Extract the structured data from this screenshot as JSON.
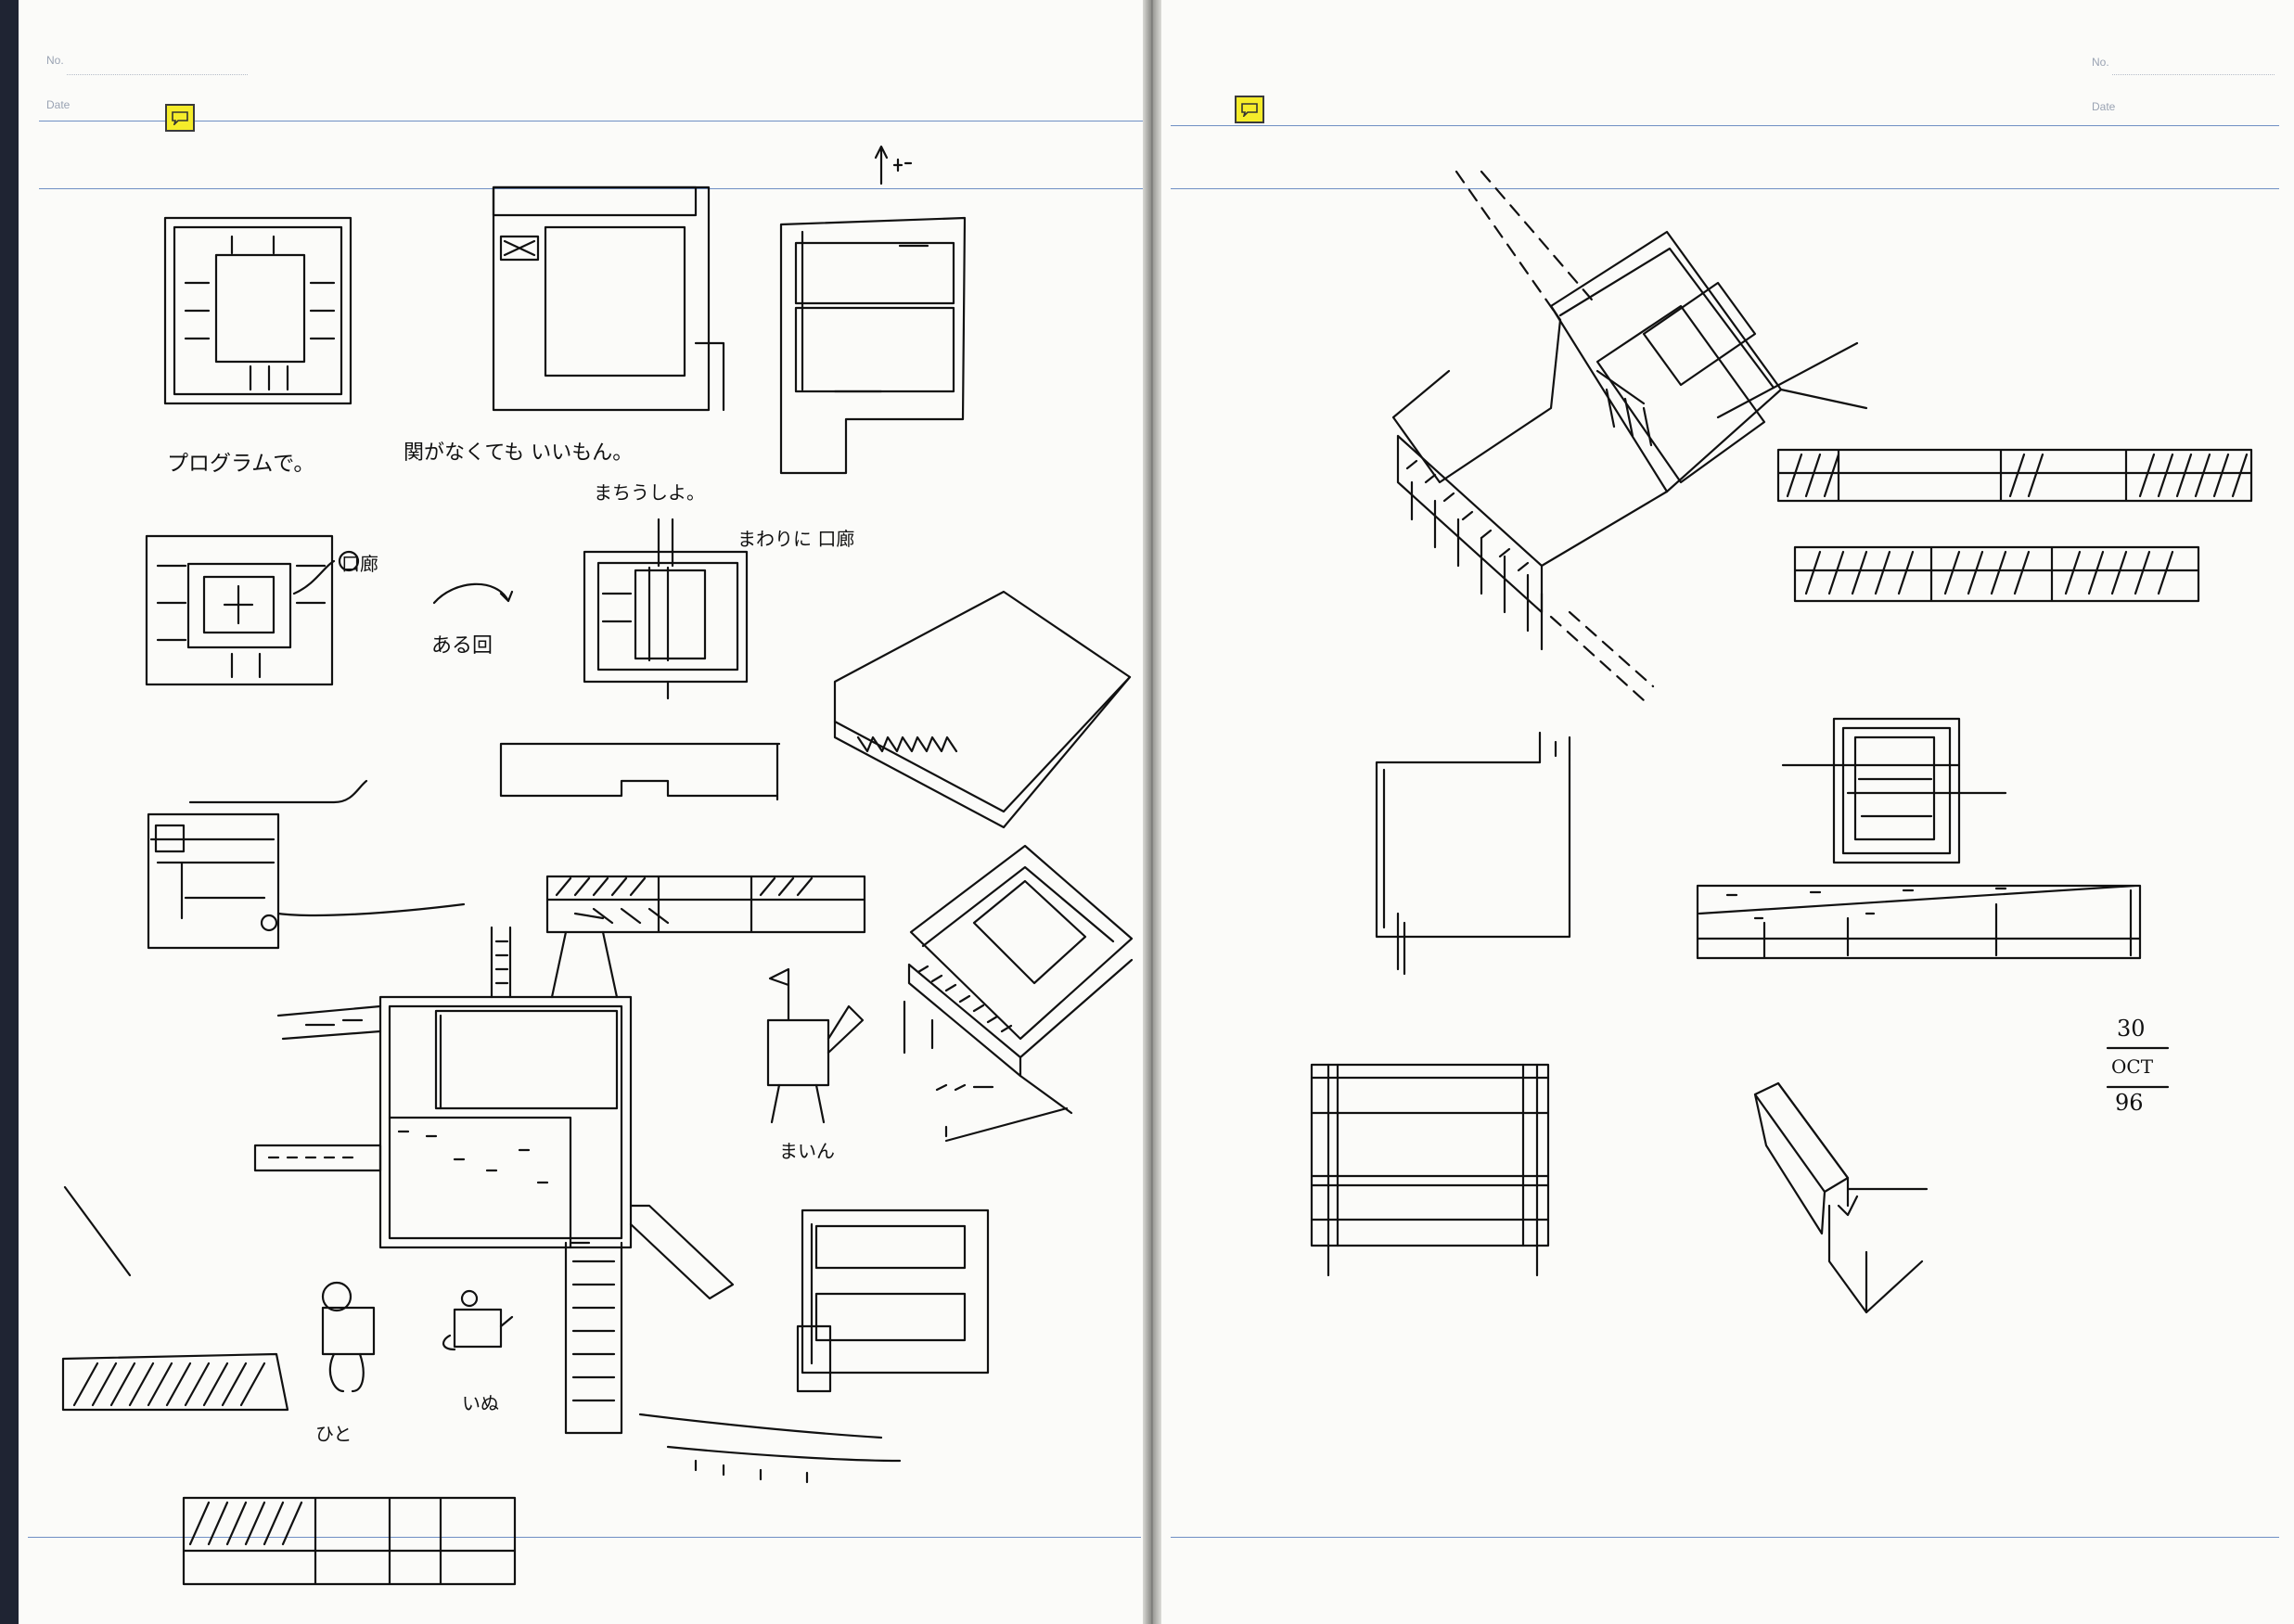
{
  "notebook": {
    "left_page": {
      "no_label": "No.",
      "date_label": "Date",
      "sketch_notes": [
        "プログラムで。",
        "関がなくても いいもん。",
        "まちうしよ。",
        "口廊",
        "ある回",
        "まわりに 口廊",
        "まいん",
        "ひと",
        "いぬ"
      ]
    },
    "right_page": {
      "no_label": "No.",
      "date_label": "Date",
      "date_note": [
        "30",
        "OCT",
        "96"
      ]
    },
    "icons": [
      "comment-icon",
      "comment-icon"
    ],
    "colors": {
      "paper": "#fbfbf9",
      "rule_line": "#6f8fc4",
      "comment_note": "#f5ec2a",
      "ink": "#111111"
    }
  }
}
